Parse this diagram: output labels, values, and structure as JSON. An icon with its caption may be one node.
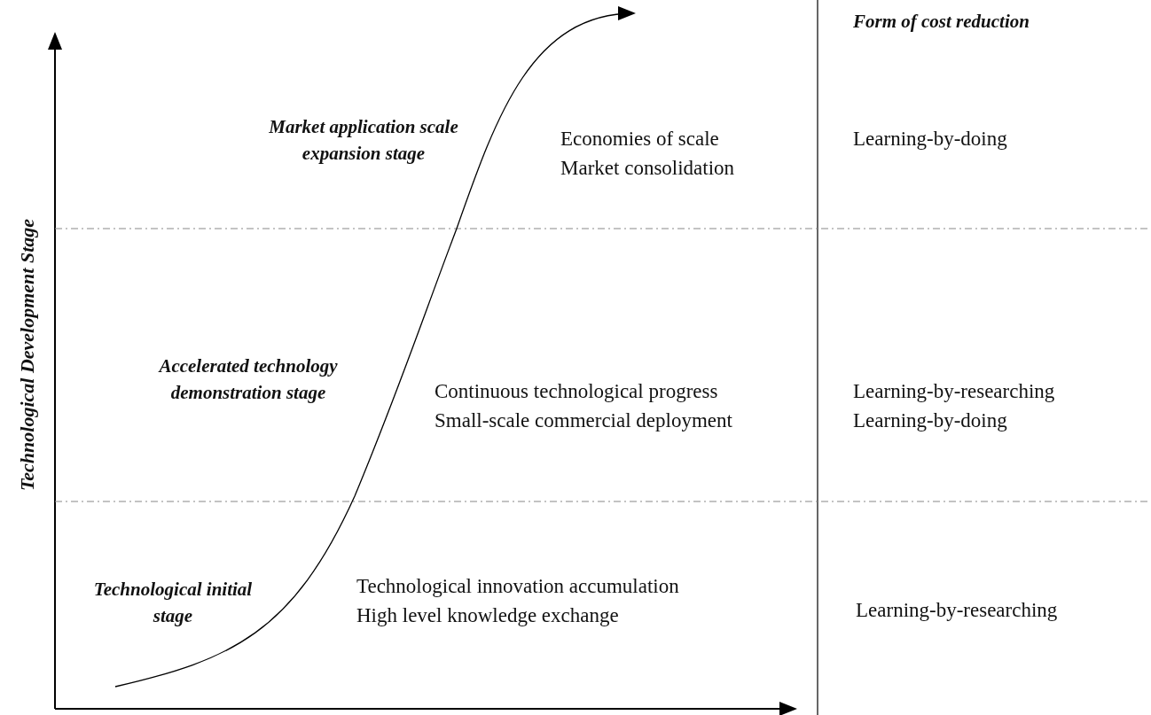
{
  "diagram": {
    "labels": [
      "Form of cost reduction",
      "Market application scale expansion stage",
      "Economies of scale",
      "Market consolidation",
      "Learning-by-doing",
      "Technological Development Stage",
      "Accelerated technology demonstration stage",
      "Continuous technological progress",
      "Small-scale commercial deployment",
      "Learning-by-researching",
      "Learning-by-doing",
      "Technological initial stage",
      "Technological innovation accumulation",
      "High level knowledge exchange",
      "Learning-by-researching"
    ]
  }
}
